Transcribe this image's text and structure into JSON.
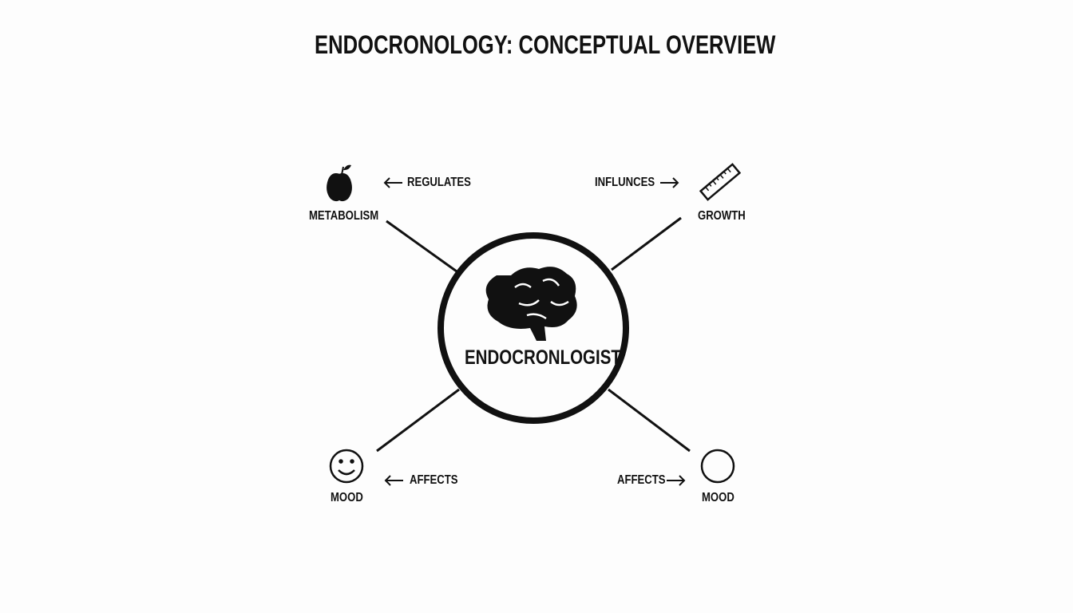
{
  "title": "ENDOCRONOLOGY: CONCEPTUAL OVERVIEW",
  "center": {
    "label": "ENDOCRONLOGIST",
    "icon": "brain-icon"
  },
  "nodes": [
    {
      "label": "METABOLISM",
      "relation": "REGULATES",
      "icon": "apple-icon"
    },
    {
      "label": "GROWTH",
      "relation": "INFLUNCES",
      "icon": "ruler-icon"
    },
    {
      "label": "MOOD",
      "relation": "AFFECTS",
      "icon": "smiley-icon"
    },
    {
      "label": "MOOD",
      "relation": "AFFECTS",
      "icon": "circle-icon"
    }
  ]
}
